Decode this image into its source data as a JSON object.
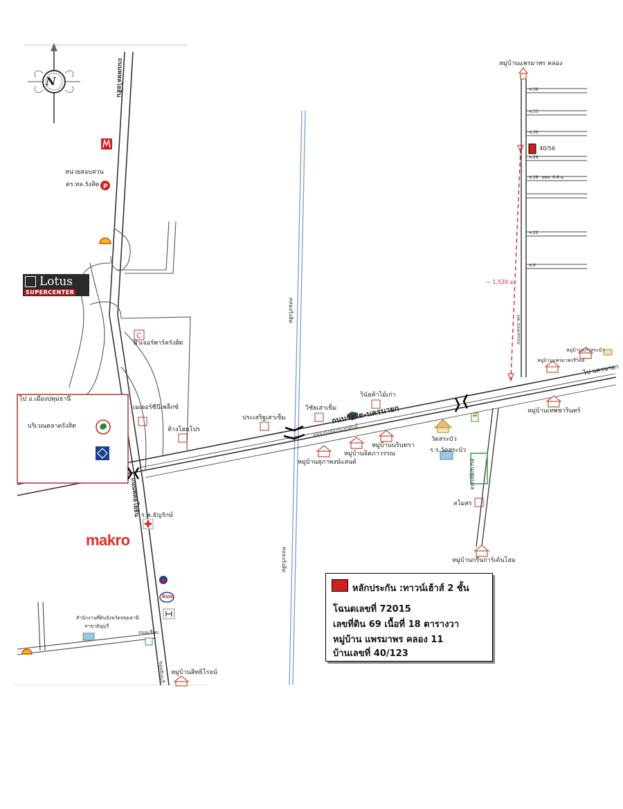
{
  "labels": {
    "village_top": "หมู่บ้านแพรมาพร คลอง",
    "exam_unit": "หน่วยสอบสวน",
    "police": "ตร.ทล.รังสิต",
    "future_park": "ฟิวเจอร์พาร์ครังสิต",
    "market_area": "บริเวณตลาดรังสิต",
    "mega_plex": "เมเจอร์ซีนีเพล็กซ์",
    "home_pro": "ห้างโฮมโปร",
    "prasert": "ประเสริฐเสาเข็ม",
    "wichai": "วิชัยเสาเข็ม",
    "winai": "วินัยค้าไม้เก่า",
    "road_main": "ถนนรังสิต-นครนายก",
    "canal_road": "คลองรังสิตประยูรศักดิ์",
    "to_pathum": "ไป อ.เมืองปทุมธานี",
    "to_nakhon": "ไป นครนายก",
    "wat": "วัดสระบัว",
    "school": "ร.ร.วัดสระบัว",
    "v_narinthon": "หมู่บ้านนรินทรา",
    "v_jitpakon": "หมู่บ้านจิตภาวรรณ",
    "v_supapong": "หมู่บ้านสุภาพงษ์แลนด์",
    "v_thepcharin": "หมู่บ้านเทพชารินทร์",
    "v_kae_wsa": "หมู่บ้านแก้วสระบัว",
    "v_kaew_suwan": "หมู่บ้านแพรมาพรรีวิลล์",
    "v_green_home": "หมู่บ้านกรีนการ์เด้นโฮม",
    "v_sitthirot": "หมู่บ้านสิทธิโรจน์",
    "hospital": "ร.พ.ธัญรักษ์",
    "samosorn": "สโมสร",
    "field": "สนามฟุตบอล",
    "hwy_left": "ถนนพหลโยธิน",
    "hwy_bottom": "ถนนพหลโยธิน",
    "canal_v1": "คลองรังสิต",
    "canal_v2": "คลองรังสิต",
    "canal_right": "ถนนแพรมาพร",
    "distance": "~ 1,520 ม.",
    "plot": "40/56",
    "road_s": "ซอยธัญบุรี",
    "land_office": "สำนักงานที่ดินจังหวัดปทุมธานี",
    "land_office2": "สาขาธัญบุรี",
    "soi_bottom": "ถนนเลียบ",
    "soi_nums": [
      "ซ.36",
      "ซ.35",
      "ซ.30",
      "ซ.29",
      "ซ.28",
      "ซ.22",
      "ซ.6"
    ],
    "soi_extra": "สพส. 6-8 ม."
  },
  "brands": {
    "lotus": "Lotus",
    "lotus_sub": "SUPERCENTER",
    "makro": "makro",
    "esso": "Esso"
  },
  "legend": {
    "title": "หลักประกัน :ทาวน์เฮ้าส์  2  ชั้น",
    "deed": "โฉนดเลขที่   72015",
    "land": "เลขที่ดิน  69      เนื้อที่  18  ตารางวา",
    "village": "หมู่บ้าน    แพรมาพร คลอง 11",
    "house_no": "บ้านเลขที่  40/123"
  },
  "compass": "N",
  "colors": {
    "road": "#333333",
    "canal": "#7d9bc9",
    "target": "#d02020",
    "route": "#c81e1e",
    "field": "#2e9e3f",
    "kbank": "#1f8a3a",
    "bbl": "#1d3f8f",
    "shell": "#f2c200"
  },
  "icons": [
    "compass-icon",
    "mcdonalds-icon",
    "parking-icon",
    "shell-icon",
    "central-icon",
    "kbank-icon",
    "bbl-icon",
    "hospital-icon",
    "ptt-icon",
    "esso-icon",
    "honda-icon",
    "seven-eleven-icon",
    "house-icon",
    "temple-icon",
    "bus-icon",
    "target-marker-icon"
  ]
}
